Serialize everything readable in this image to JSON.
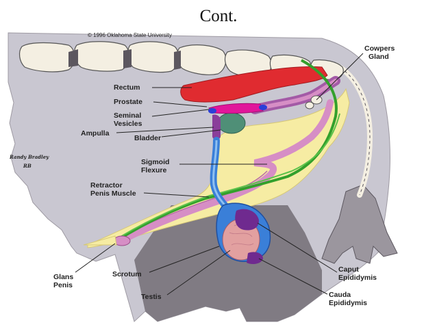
{
  "slide": {
    "title": "Cont.",
    "copyright": "© 1996 Oklahoma State University",
    "signature_name": "Randy Bradley",
    "signature_initials": "RB"
  },
  "labels": {
    "cowpers_line1": "Cowpers",
    "cowpers_line2": "Gland",
    "rectum": "Rectum",
    "prostate": "Prostate",
    "seminal_line1": "Seminal",
    "seminal_line2": "Vesicles",
    "ampulla": "Ampulla",
    "bladder": "Bladder",
    "sigmoid_line1": "Sigmoid",
    "sigmoid_line2": "Flexure",
    "retractor_line1": "Retractor",
    "retractor_line2": "Penis Muscle",
    "glans_line1": "Glans",
    "glans_line2": "Penis",
    "scrotum": "Scrotum",
    "testis": "Testis",
    "caput_line1": "Caput",
    "caput_line2": "Epididymis",
    "cauda_line1": "Cauda",
    "cauda_line2": "Epididymis"
  },
  "colors": {
    "body_gray": "#c9c7d1",
    "dark_gray": "#807b83",
    "vertebra": "#f4efe2",
    "rectum": "#e02b30",
    "bladder": "#4f8f77",
    "purple_tract": "#a35aa6",
    "prostate": "#e1169b",
    "ampulla": "#8a3e9a",
    "penis_yellow": "#f6eca3",
    "retractor_green": "#33a02c",
    "vas_blue": "#3a7fd8",
    "urethra_pink": "#d68ec5",
    "testis": "#e2a0a0",
    "epididymis": "#6f2a8f"
  }
}
